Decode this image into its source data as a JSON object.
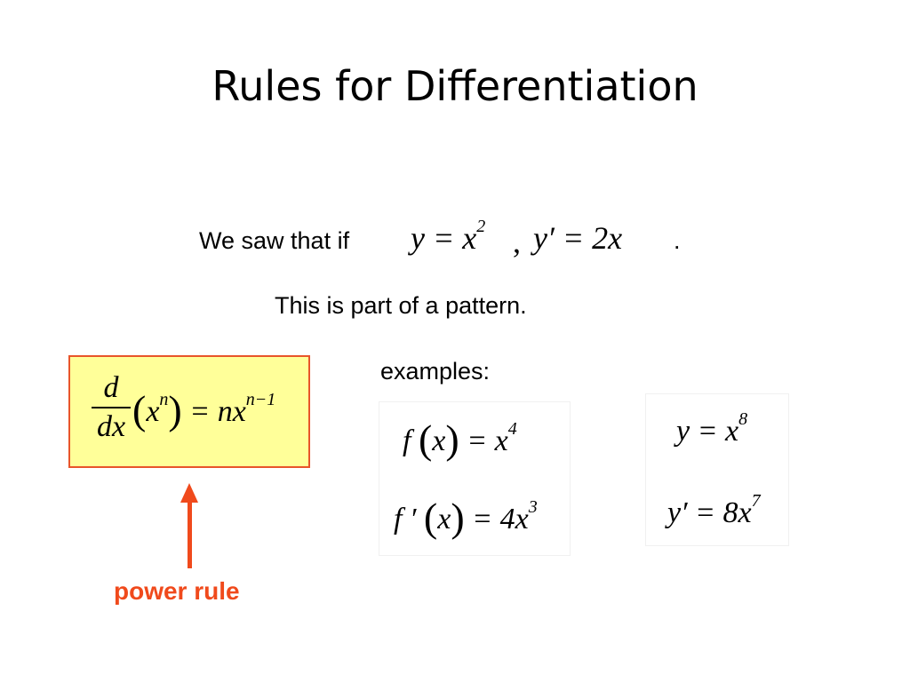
{
  "slide": {
    "title": "Rules for Differentiation",
    "intro_prefix": "We saw that if",
    "intro_period": ".",
    "intro_sep": ",",
    "pattern_text": "This is part of a pattern.",
    "examples_label": "examples:",
    "rule_label": "power rule"
  },
  "equations": {
    "given_y": "y = x",
    "given_y_exp": "2",
    "given_yprime": "y′ = 2x",
    "rule_num": "d",
    "rule_den": "dx",
    "rule_base": "x",
    "rule_base_exp": "n",
    "rule_rhs": "= nx",
    "rule_rhs_exp": "n−1",
    "ex1_line1_f": "f",
    "ex1_line1_x": "x",
    "ex1_line1_rhs": "= x",
    "ex1_line1_exp": "4",
    "ex1_line2_f": "f ′",
    "ex1_line2_x": "x",
    "ex1_line2_rhs": "= 4x",
    "ex1_line2_exp": "3",
    "ex2_line1": "y = x",
    "ex2_line1_exp": "8",
    "ex2_line2": "y′ = 8x",
    "ex2_line2_exp": "7"
  },
  "colors": {
    "accent": "#f04a1c",
    "rule_box_fill": "#ffff99",
    "rule_box_border": "#e8552a"
  }
}
